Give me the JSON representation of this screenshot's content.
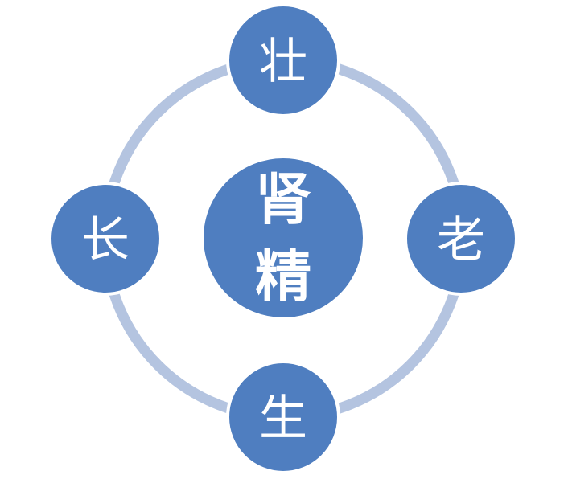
{
  "diagram": {
    "center": {
      "line1": "肾",
      "line2": "精"
    },
    "nodes": {
      "top": "壮",
      "right": "老",
      "bottom": "生",
      "left": "长"
    }
  },
  "colors": {
    "ring": "#b4c4e0",
    "node_fill": "#4f7ec0",
    "node_stroke": "#ffffff",
    "text": "#ffffff"
  }
}
